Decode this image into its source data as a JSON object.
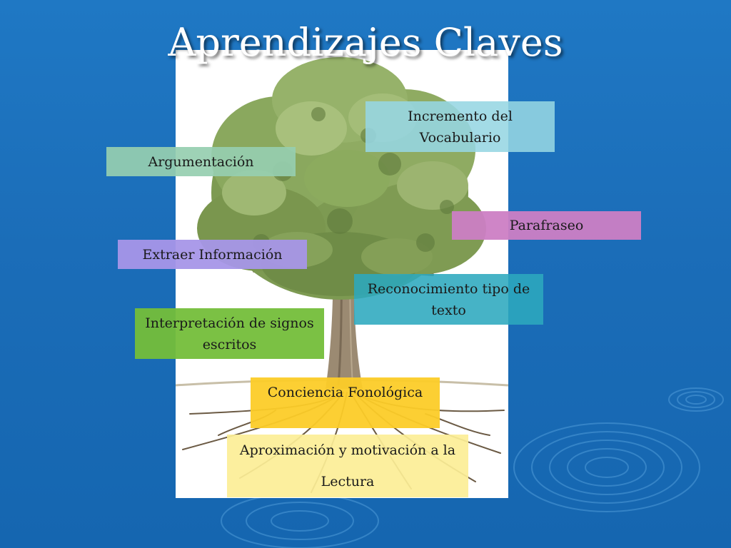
{
  "title": "Aprendizajes Claves",
  "labels": {
    "vocabulario": "Incremento del Vocabulario",
    "argumentacion": "Argumentación",
    "parafraseo": "Parafraseo",
    "extraer": "Extraer Información",
    "reconocimiento": "Reconocimiento tipo de texto",
    "interpretacion": "Interpretación de signos escritos",
    "conciencia": "Conciencia Fonológica",
    "aproximacion": "Aproximación y motivación a la Lectura"
  },
  "colors": {
    "background": "#1b6db8",
    "title": "#ffffff"
  }
}
